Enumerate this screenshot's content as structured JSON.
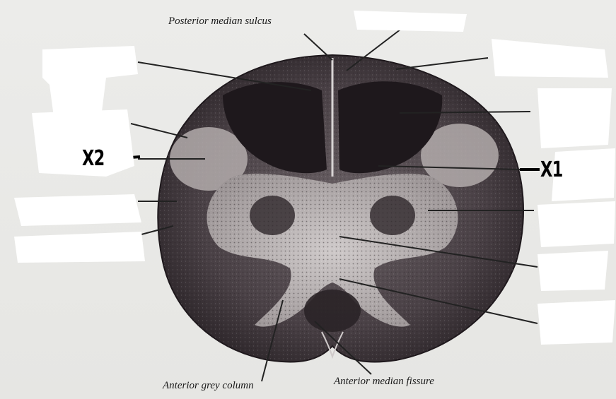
{
  "labels": {
    "posterior_median_sulcus": "Posterior median sulcus",
    "anterior_grey_column": "Anterior grey column",
    "anterior_median_fissure": "Anterior median fissure",
    "x1": "X1",
    "x2": "X2"
  },
  "colors": {
    "background": "#e8e8e5",
    "white_matter": "#3a3236",
    "grey_matter": "#b9b4b4",
    "dark_tract": "#1e181c",
    "leader_line": "#222222",
    "mask": "#ffffff"
  }
}
